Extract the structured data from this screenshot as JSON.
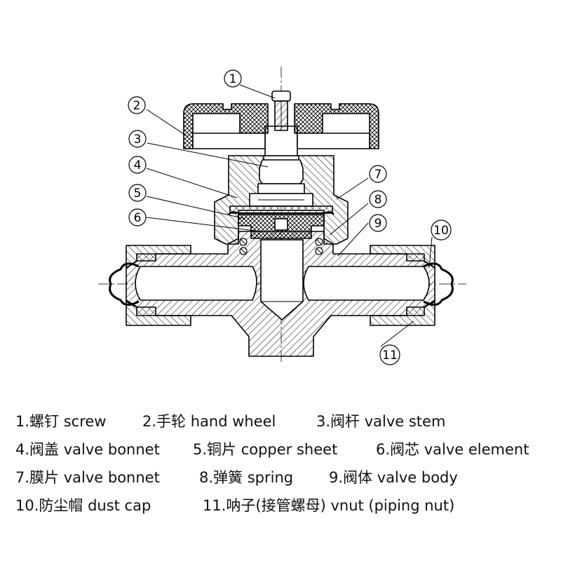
{
  "callouts": [
    {
      "num": "1"
    },
    {
      "num": "2"
    },
    {
      "num": "3"
    },
    {
      "num": "4"
    },
    {
      "num": "5"
    },
    {
      "num": "6"
    },
    {
      "num": "7"
    },
    {
      "num": "8"
    },
    {
      "num": "9"
    },
    {
      "num": "10"
    },
    {
      "num": "11"
    }
  ],
  "legend": [
    [
      "1.螺钉 screw",
      "2.手轮 hand wheel",
      "3.阀杆 valve stem"
    ],
    [
      "4.阀盖 valve bonnet",
      "5.铜片 copper sheet",
      "6.阀芯 valve element"
    ],
    [
      "7.膜片 valve bonnet",
      "8.弹簧 spring",
      "9.阀体 valve body"
    ],
    [
      "10.防尘帽 dust cap",
      "11.呐子(接管螺母) vnut (piping nut)"
    ]
  ],
  "colors": {
    "line": "#000000",
    "background": "#ffffff"
  }
}
